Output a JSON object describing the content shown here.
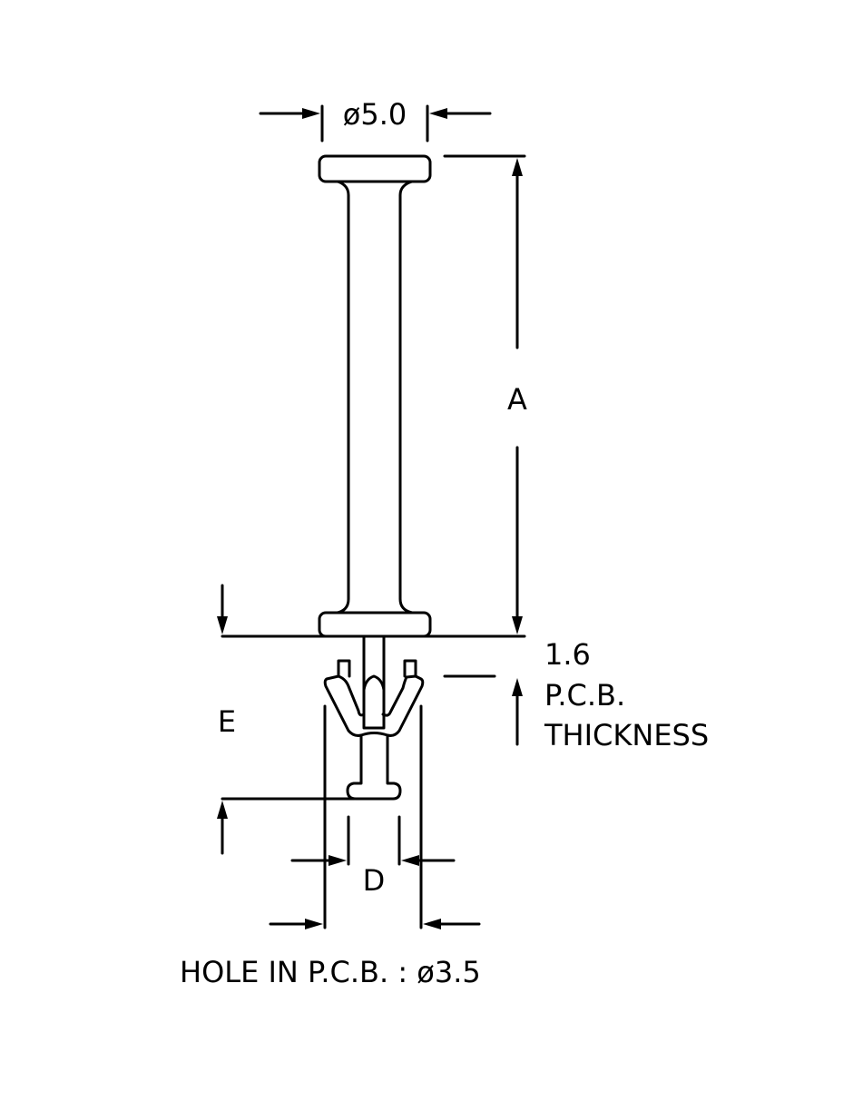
{
  "labels": {
    "head_diameter": "ø5.0",
    "dim_a": "A",
    "pcb_thickness_value": "1.6",
    "pcb_thickness_line1": "P.C.B.",
    "pcb_thickness_line2": "THICKNESS",
    "dim_e": "E",
    "dim_d": "D",
    "hole_note": "HOLE IN P.C.B. : ø3.5"
  }
}
